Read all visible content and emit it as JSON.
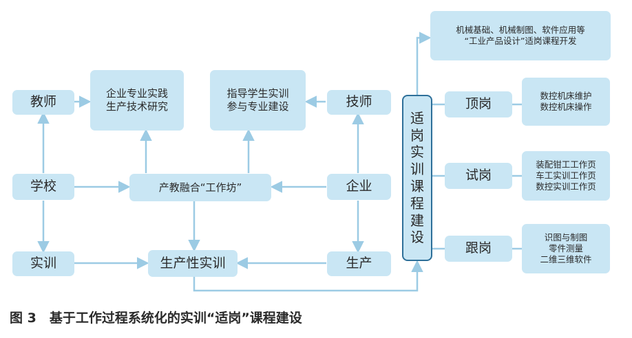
{
  "nodes": {
    "teacher": "教师",
    "school": "学校",
    "training": "实训",
    "enterprise_research": [
      "企业专业实践",
      "生产技术研究"
    ],
    "industry_fusion": "产教融合“工作坊”",
    "productive_training": "生产性实训",
    "guide_students": [
      "指导学生实训",
      "参与专业建设"
    ],
    "technician": "技师",
    "enterprise": "企业",
    "production": "生产",
    "course_building": "适岗实训课程建设",
    "post_top": "顶岗",
    "post_trial": "试岗",
    "post_follow": "跟岗",
    "top_course": [
      "机械基础、机械制图、软件应用等",
      "“工业产品设计”适岗课程开发"
    ],
    "top_details": [
      "数控机床维护",
      "数控机床操作"
    ],
    "trial_details": [
      "装配钳工工作页",
      "车工实训工作页",
      "数控实训工作页"
    ],
    "follow_details": [
      "识图与制图",
      "零件测量",
      "二维三维软件"
    ]
  },
  "caption": "图 3　基于工作过程系统化的实训“适岗”课程建设",
  "colors": {
    "box": "#c9e6f4",
    "line": "#9ccbe4",
    "outline": "#2d6f99"
  }
}
